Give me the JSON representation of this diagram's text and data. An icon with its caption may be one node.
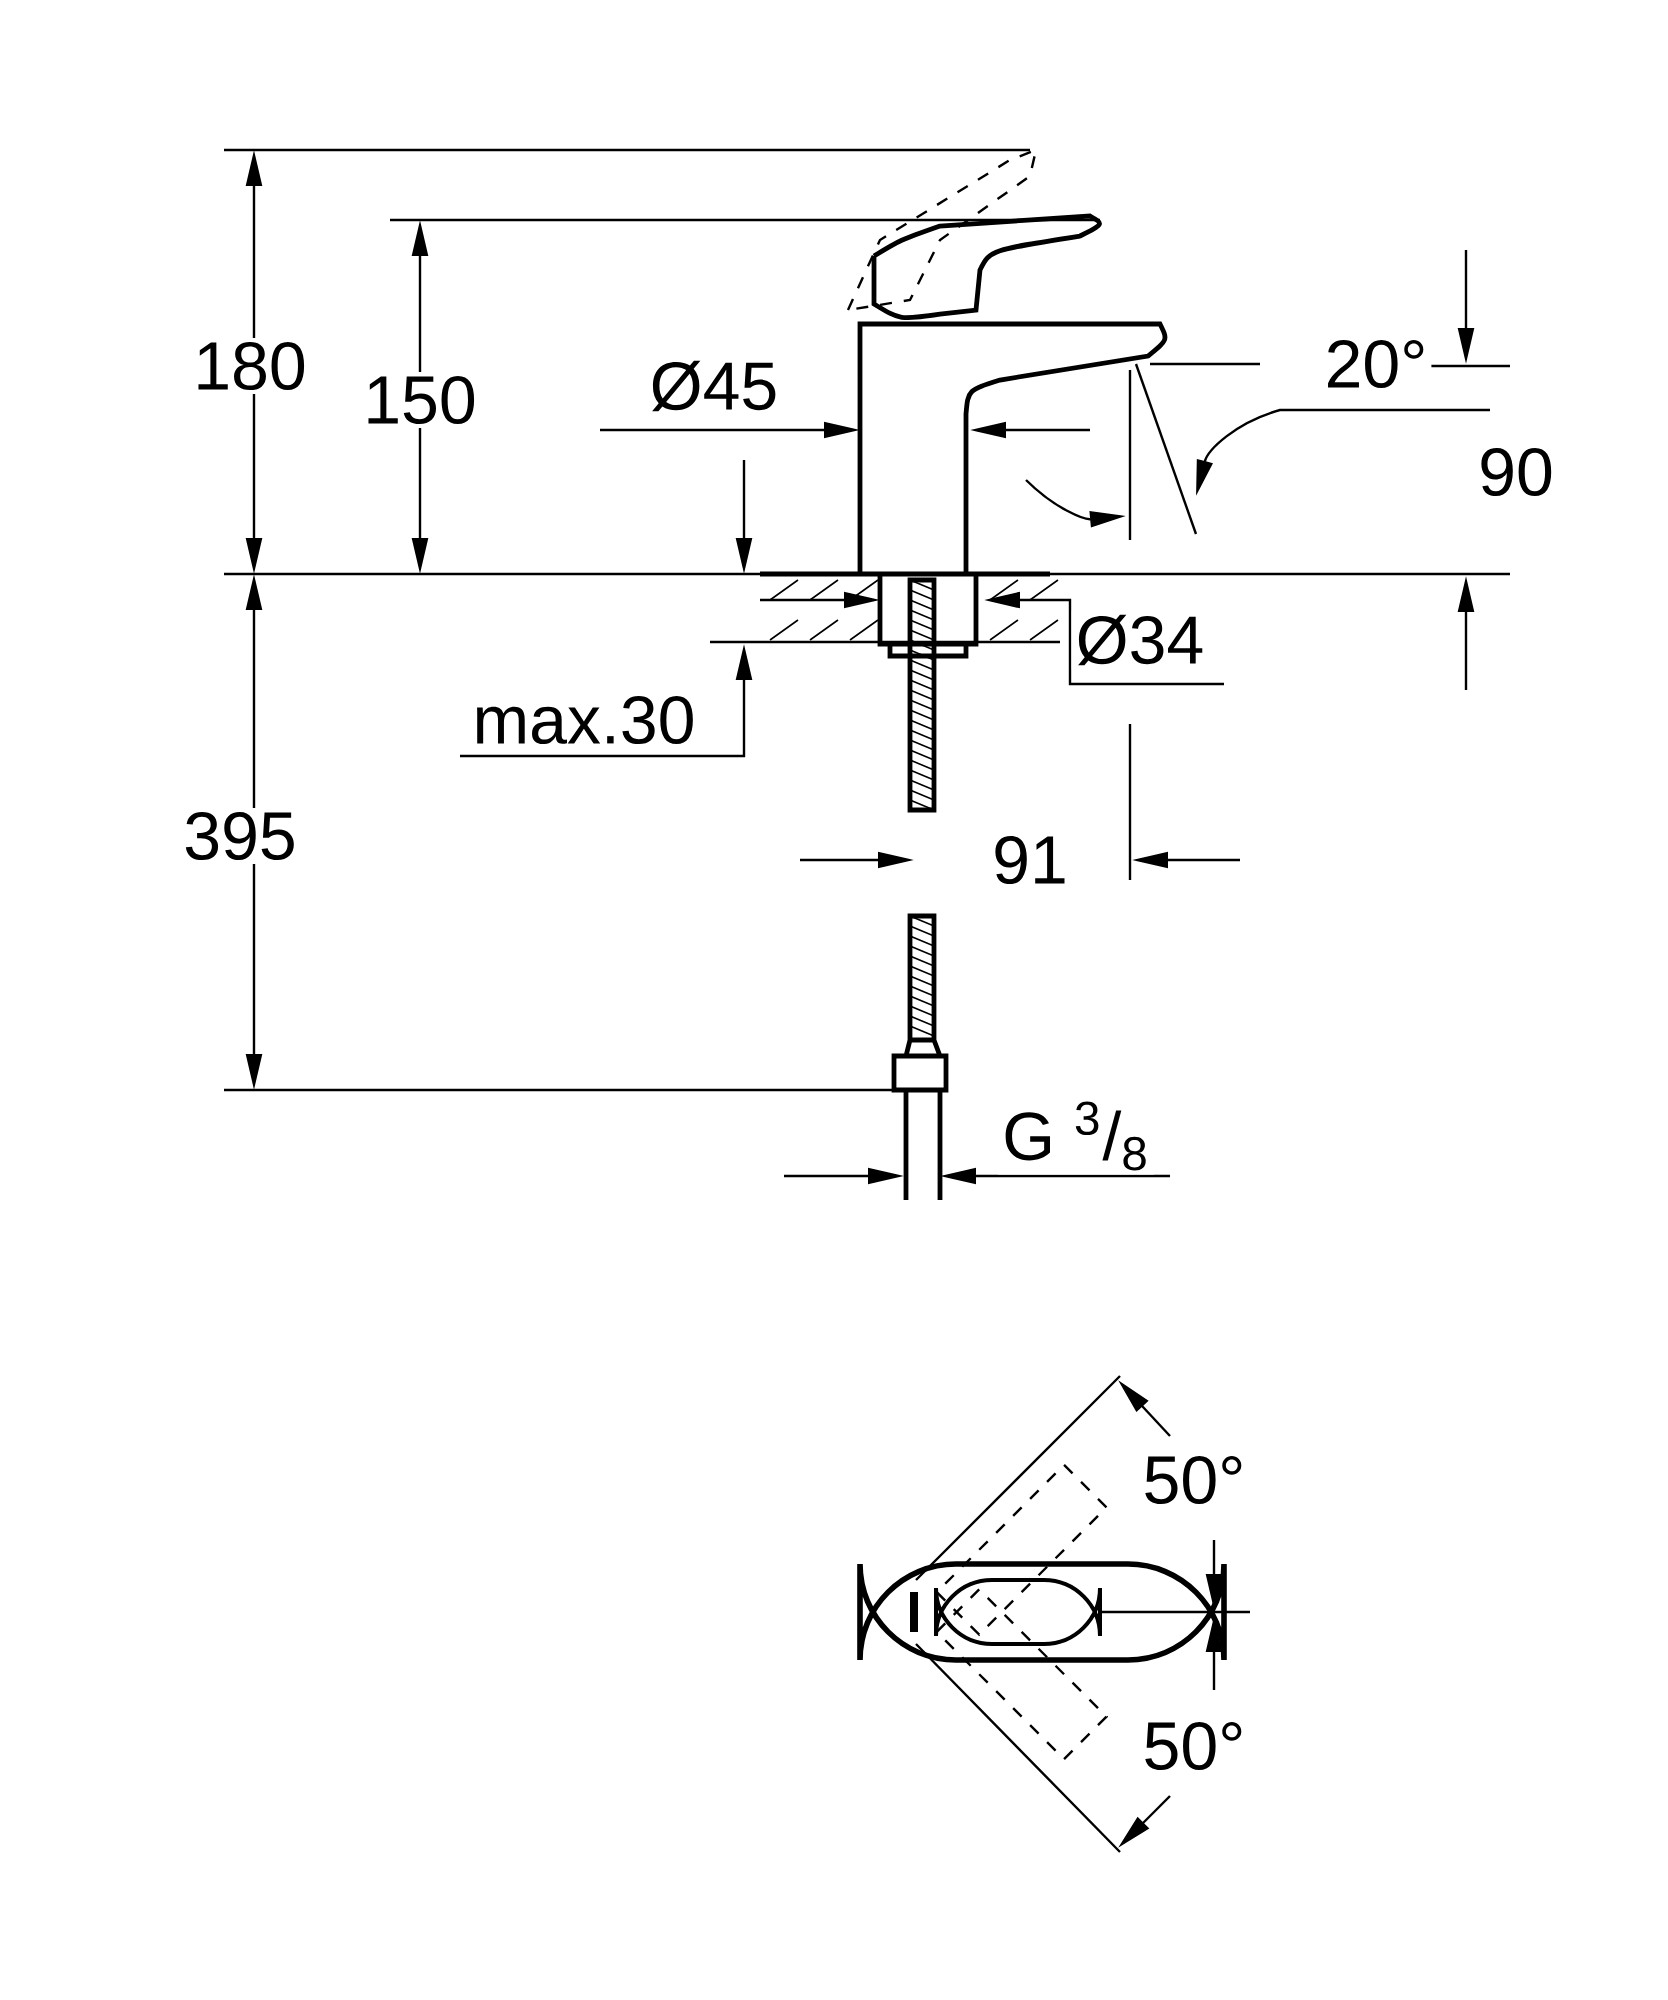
{
  "diagram": {
    "labels": [
      "180",
      "150",
      "Ø45",
      "20°",
      "90",
      "Ø34",
      "max.30",
      "395",
      "91",
      "G $^{3}$/$_{8}$",
      "50°",
      "50°"
    ]
  }
}
